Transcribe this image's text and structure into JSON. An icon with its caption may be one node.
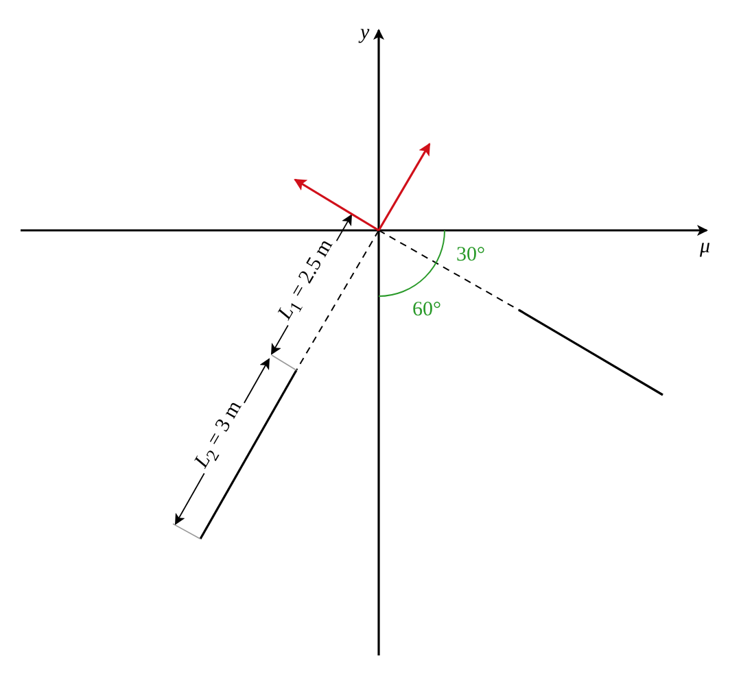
{
  "diagram": {
    "labels": [
      "y",
      "μ",
      "*L*$_{1}$ = 2.5 m",
      "*L*$_{2}$ = 3 m",
      "30°",
      "60°"
    ]
  }
}
